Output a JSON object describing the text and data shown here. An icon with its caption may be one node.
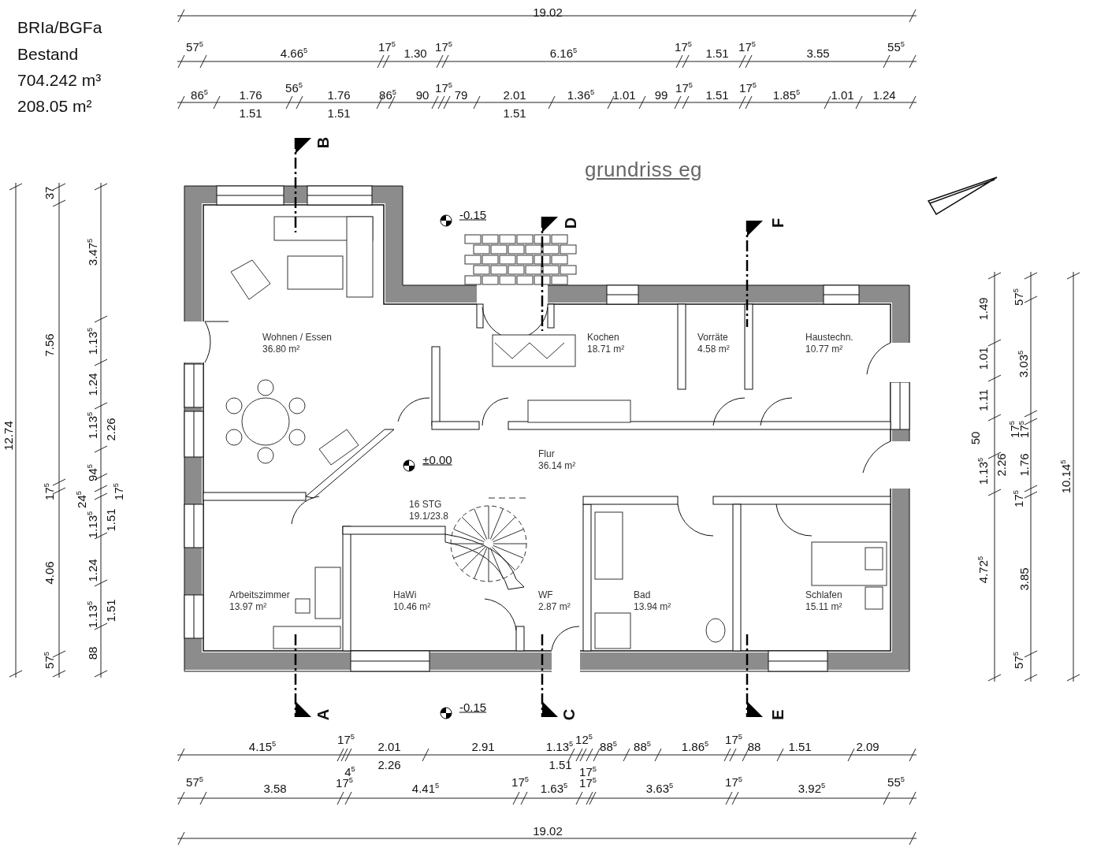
{
  "diagram": {
    "title": "grundriss eg",
    "nodes": [
      {
        "text": [
          "Wohnen / Essen",
          "36.80 m²"
        ]
      },
      {
        "text": [
          "Kochen",
          "18.71 m²"
        ]
      },
      {
        "text": [
          "Vorräte",
          "4.58 m²"
        ]
      },
      {
        "text": [
          "Haustechn.",
          "10.77 m²"
        ]
      },
      {
        "text": [
          "Flur",
          "36.14 m²"
        ]
      },
      {
        "text": [
          "Arbeitszimmer",
          "13.97 m²"
        ]
      },
      {
        "text": [
          "HaWi",
          "10.46 m²"
        ]
      },
      {
        "text": [
          "WF",
          "2.87 m²"
        ]
      },
      {
        "text": [
          "Bad",
          "13.94 m²"
        ]
      },
      {
        "text": [
          "Schlafen",
          "15.11 m²"
        ]
      }
    ],
    "labels": [
      "BRIa/BGFa",
      "Bestand",
      "704.242 m³",
      "208.05 m²",
      "19.02",
      "57$^{5}$",
      "4.66$^{5}$",
      "17$^{5}$",
      "1.30",
      "17$^{5}$",
      "6.16$^{5}$",
      "17$^{5}$",
      "1.51",
      "17$^{5}$",
      "3.55",
      "55$^{5}$",
      "86$^{5}$",
      "1.76",
      "56$^{5}$",
      "1.76",
      "86$^{5}$",
      "90",
      "17$^{5}$",
      "79",
      "2.01",
      "1.36$^{5}$",
      "1.01",
      "99",
      "17$^{5}$",
      "1.51",
      "17$^{5}$",
      "1.85$^{5}$",
      "1.01",
      "1.24",
      "1.51",
      "1.51",
      "1.51",
      "12.74",
      "37",
      "7.56",
      "17$^{5}$",
      "4.06",
      "57$^{5}$",
      "3.47$^{5}$",
      "1.13$^{5}$",
      "1.24",
      "1.13$^{5}$",
      "94$^{5}$",
      "24$^{5}$",
      "1.13$^{5}$",
      "1.24",
      "1.13$^{5}$",
      "88",
      "2.26",
      "17$^{5}$",
      "1.51",
      "1.51",
      "1.49",
      "1.01",
      "1.11",
      "50",
      "1.13$^{5}$",
      "4.72$^{5}$",
      "2.26",
      "57$^{5}$",
      "3.03$^{5}$",
      "17$^{5}$",
      "17$^{5}$",
      "1.76",
      "17$^{5}$",
      "3.85",
      "57$^{5}$",
      "10.14$^{5}$",
      "4.15$^{5}$",
      "17$^{5}$",
      "2.01",
      "2.91",
      "1.13$^{5}$",
      "12$^{5}$",
      "88$^{5}$",
      "88$^{5}$",
      "1.86$^{5}$",
      "17$^{5}$",
      "88",
      "1.51",
      "2.09",
      "2.26",
      "1.51",
      "4$^{5}$",
      "17$^{5}$",
      "57$^{5}$",
      "3.58",
      "17$^{5}$",
      "4.41$^{5}$",
      "17$^{5}$",
      "1.63$^{5}$",
      "17$^{5}$",
      "3.63$^{5}$",
      "17$^{5}$",
      "3.92$^{5}$",
      "55$^{5}$",
      "19.02",
      "B",
      "D",
      "F",
      "-0.15",
      "±0.00",
      "16 STG 19.1/23.8",
      "A",
      "C",
      "E",
      "-0.15"
    ]
  }
}
